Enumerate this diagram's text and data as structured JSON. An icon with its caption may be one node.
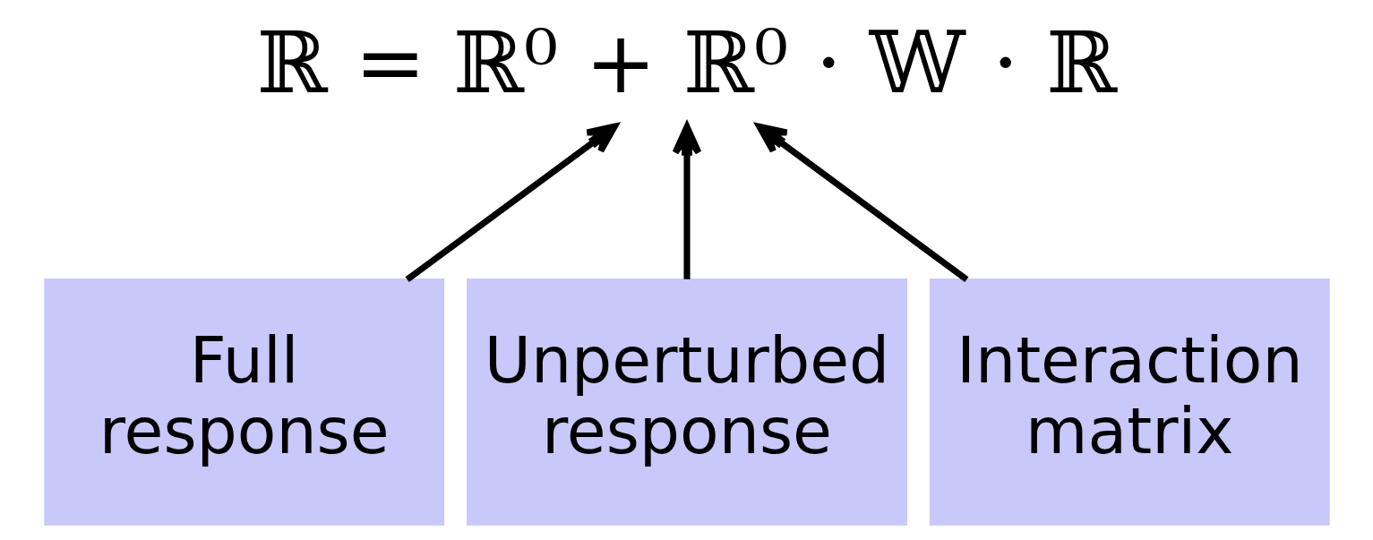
{
  "diagram": {
    "nodes": [
      {
        "text": [
          "ℝ = ℝ⁰ + ℝ⁰ · 𝕎 · ℝ"
        ]
      },
      {
        "text": [
          "Full response"
        ]
      },
      {
        "text": [
          "Unperturbed response"
        ]
      },
      {
        "text": [
          "Interaction matrix"
        ]
      }
    ],
    "edges": [
      {
        "from": 1,
        "to": 0,
        "arrow": "to"
      },
      {
        "from": 2,
        "to": 0,
        "arrow": "to"
      },
      {
        "from": 3,
        "to": 0,
        "arrow": "to"
      }
    ]
  }
}
